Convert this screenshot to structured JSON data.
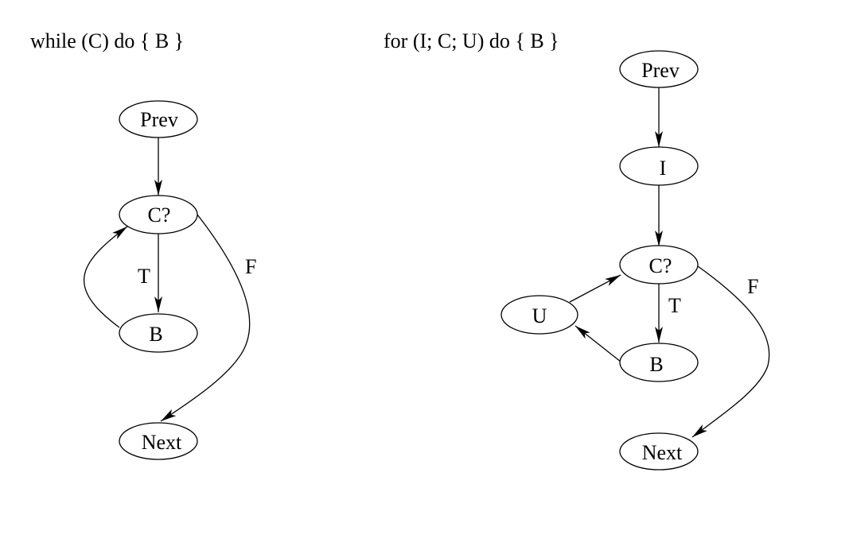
{
  "while_diagram": {
    "title": "while (C) do { B }",
    "nodes": {
      "prev": "Prev",
      "cond": "C?",
      "body": "B",
      "next": "Next"
    },
    "edge_labels": {
      "true": "T",
      "false": "F"
    }
  },
  "for_diagram": {
    "title": "for (I; C; U) do { B }",
    "nodes": {
      "prev": "Prev",
      "init": "I",
      "cond": "C?",
      "update": "U",
      "body": "B",
      "next": "Next"
    },
    "edge_labels": {
      "true": "T",
      "false": "F"
    }
  }
}
